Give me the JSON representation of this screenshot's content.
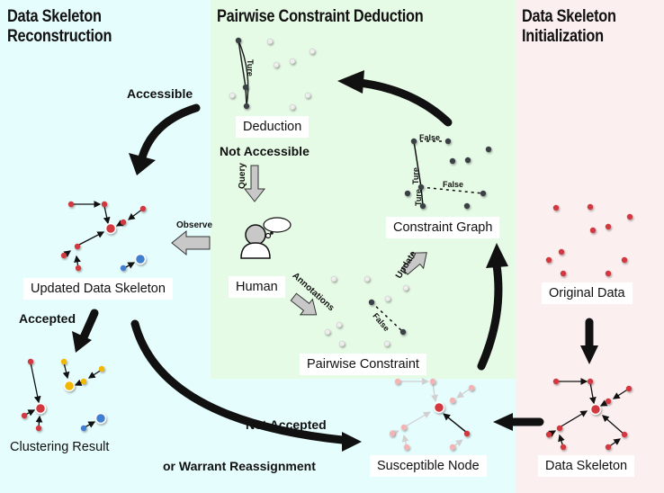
{
  "panels": {
    "left": {
      "title_line1": "Data Skeleton",
      "title_line2": "Reconstruction",
      "color": "#e6fdfd"
    },
    "middle": {
      "title": "Pairwise Constraint Deduction",
      "color": "#e6fbe6"
    },
    "right": {
      "title_line1": "Data Skeleton",
      "title_line2": "Initialization",
      "color": "#fcefef"
    }
  },
  "nodes": {
    "deduction": "Deduction",
    "human": "Human",
    "constraint_graph": "Constraint Graph",
    "pairwise_constraint": "Pairwise Constraint",
    "original_data": "Original Data",
    "data_skeleton": "Data Skeleton",
    "susceptible_node": "Susceptible Node",
    "updated_data_skeleton": "Updated Data Skeleton",
    "clustering_result": "Clustering Result"
  },
  "edge_labels": {
    "accessible": "Accessible",
    "not_accessible": "Not Accessible",
    "query": "Query",
    "observe": "Observe",
    "annotations": "Annotations",
    "update": "Update",
    "accepted": "Accepted",
    "not_accepted": "Not Accepted",
    "warrant": "or Warrant Reassignment"
  },
  "graph_labels": {
    "ture": "Ture",
    "false": "False"
  },
  "colors": {
    "red": "#d2393f",
    "yellow": "#f2b705",
    "blue": "#3f7fd0",
    "grey_node": "#3a3f46",
    "light_node": "#e8e8e8",
    "pink_node": "#f4b3b5",
    "arrow": "#111111",
    "block_arrow": "#c8c8c8"
  }
}
